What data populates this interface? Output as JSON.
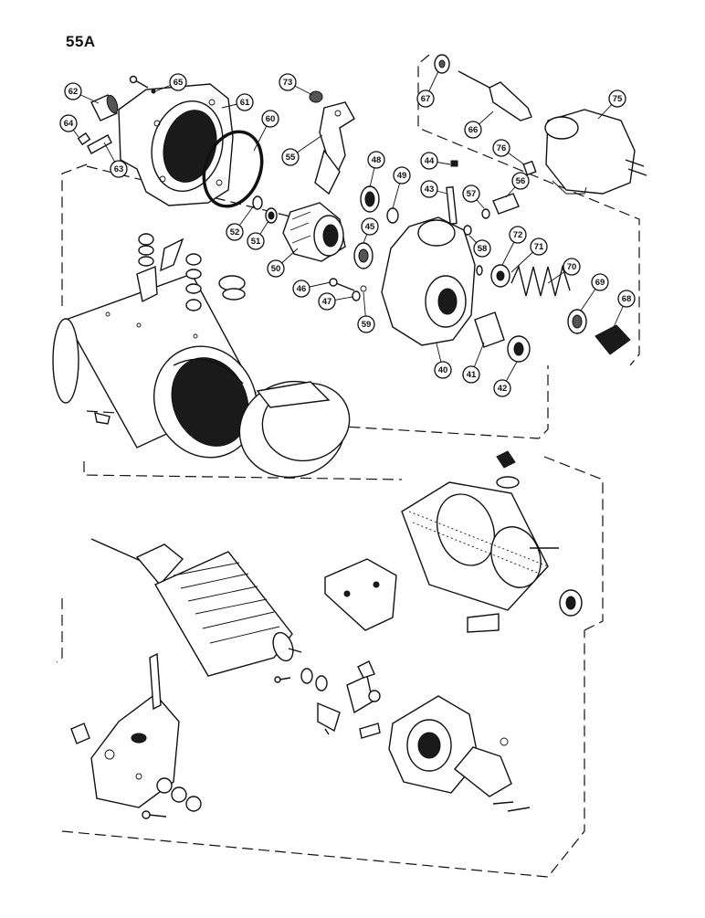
{
  "page_label": "55A",
  "callouts": [
    "65",
    "62",
    "73",
    "61",
    "60",
    "64",
    "63",
    "55",
    "67",
    "66",
    "75",
    "48",
    "49",
    "44",
    "43",
    "76",
    "56",
    "57",
    "52",
    "51",
    "50",
    "45",
    "58",
    "72",
    "71",
    "70",
    "69",
    "68",
    "46",
    "47",
    "59",
    "40",
    "41",
    "42"
  ]
}
